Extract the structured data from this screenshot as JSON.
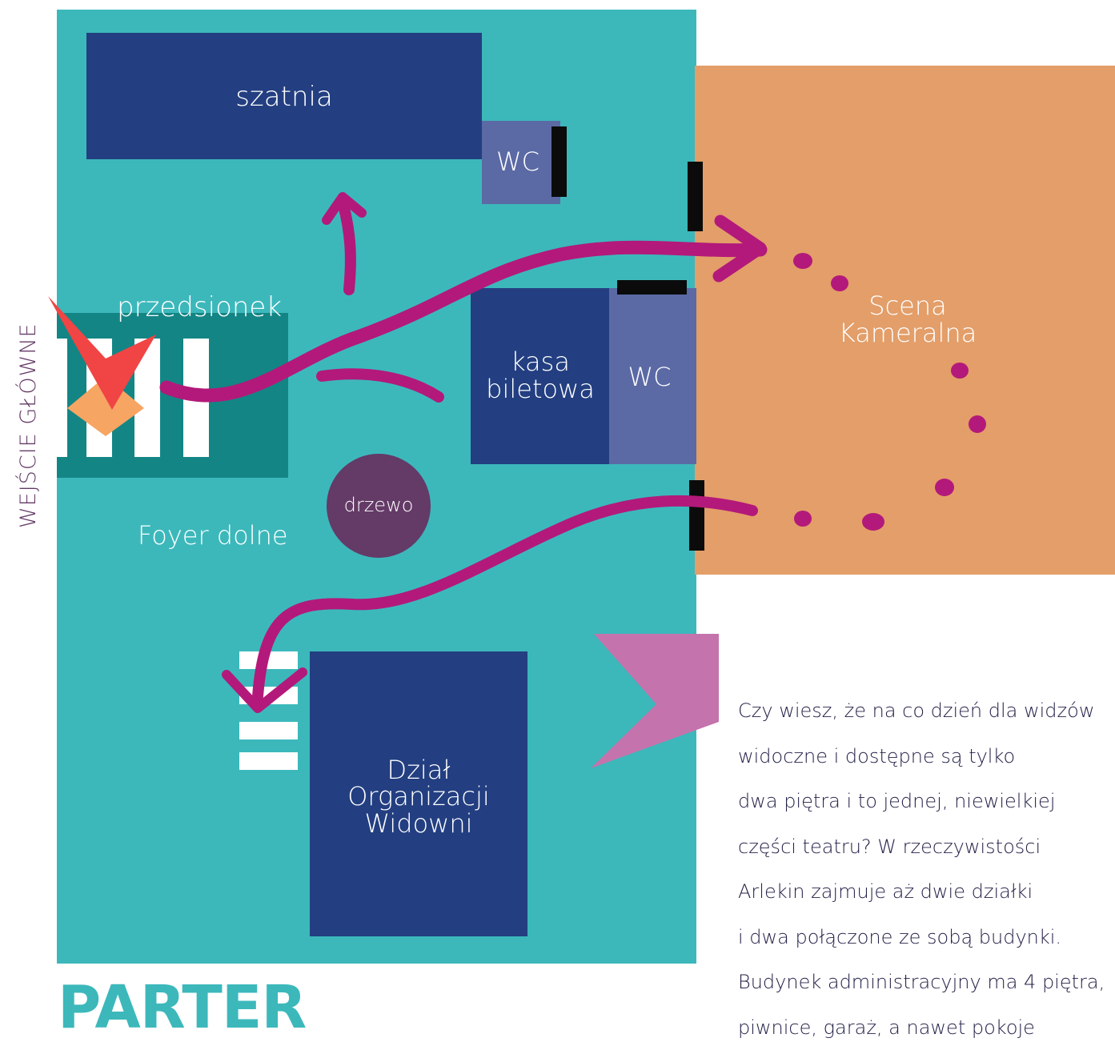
{
  "floor_title": "PARTER",
  "entrance_label": "WEJŚCIE GŁÓWNE",
  "rooms": {
    "cloakroom": "szatnia",
    "wc_top": "WC",
    "vestibule": "przedsionek",
    "ticket_office_line1": "kasa",
    "ticket_office_line2": "biletowa",
    "wc_middle": "WC",
    "stage_line1": "Scena",
    "stage_line2": "Kameralna",
    "tree": "drzewo",
    "foyer": "Foyer dolne",
    "audience_dept_line1": "Dział",
    "audience_dept_line2": "Organizacji",
    "audience_dept_line3": "Widowni"
  },
  "fact_lines": [
    "Czy wiesz, że na co dzień dla widzów",
    "widoczne i dostępne są tylko",
    "dwa piętra i to jednej, niewielkiej",
    "części teatru? W rzeczywistości",
    "Arlekin zajmuje aż dwie działki",
    "i dwa połączone ze sobą budynki.",
    "Budynek administracyjny ma 4 piętra,",
    "piwnice, garaż, a nawet pokoje"
  ],
  "colors": {
    "floor": "#3cb8bb",
    "stage": "#e39e69",
    "navy": "#233f81",
    "slate": "#5b6aa5",
    "route": "#b3197a",
    "title": "#3cb8bb",
    "tree": "#643a67",
    "flag": "#c473ac",
    "entrance_arrow": "#f14444",
    "entrance_diamond": "#f6a563"
  },
  "icons": [
    "entrance-arrow-icon",
    "entrance-diamond-icon",
    "pink-flag-icon"
  ]
}
